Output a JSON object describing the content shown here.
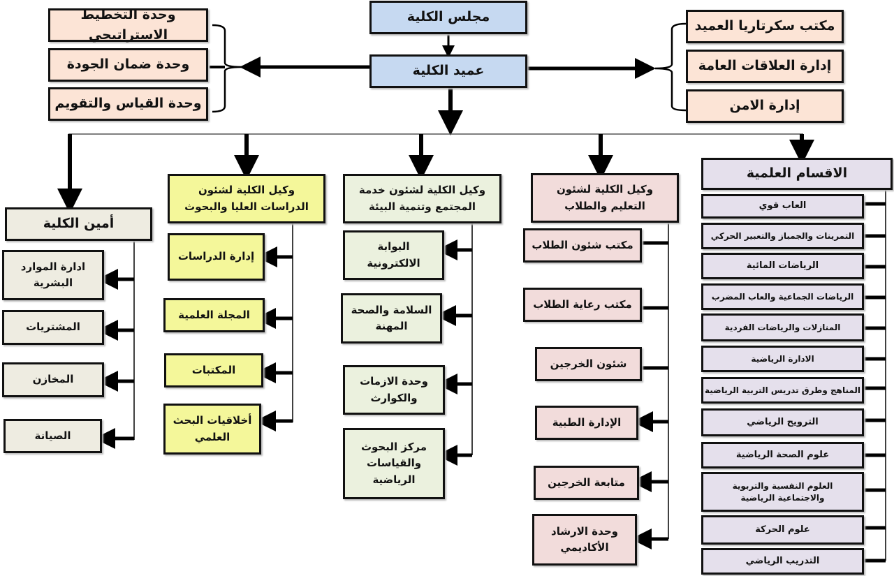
{
  "chart_title": "",
  "top": {
    "council": "مجلس الكلية",
    "dean": "عميد الكلية"
  },
  "left_units": [
    "وحدة التخطيط الاستراتيجي",
    "وحدة ضمان الجودة",
    "وحدة القياس والتقويم"
  ],
  "right_units": [
    "مكتب سكرتاريا العميد",
    "إدارة العلاقات العامة",
    "إدارة الامن"
  ],
  "branches": {
    "secretary": {
      "title": "أمين الكلية",
      "items": [
        "ادارة الموارد البشرية",
        "المشتريات",
        "المخازن",
        "الصيانة"
      ]
    },
    "graduate": {
      "title": "وكيل الكلية لشئون الدراسات العليا والبحوث",
      "items": [
        "إدارة الدراسات",
        "المجلة العلمية",
        "المكتبات",
        "أخلاقيات البحث العلمي"
      ]
    },
    "community": {
      "title": "وكيل الكلية لشئون خدمة المجتمع وتنمية البيئة",
      "items": [
        "البوابة الالكترونية",
        "السلامة والصحة المهنة",
        "وحدة الازمات والكوارث",
        "مركز البحوث والقياسات الرياضية"
      ]
    },
    "education": {
      "title": "وكيل الكلية لشئون التعليم والطلاب",
      "items": [
        "مكتب شئون الطلاب",
        "مكتب رعاية الطلاب",
        "شئون الخرجين",
        "الإدارة الطبية",
        "متابعة الخرجين",
        "وحدة الارشاد الأكاديمي"
      ]
    },
    "departments": {
      "title": "الاقسام العلمية",
      "items": [
        "العاب قوي",
        "التمرينات والجمباز والتعبير الحركي",
        "الرياضات المائية",
        "الرياضات الجماعية والعاب المضرب",
        "المنازلات والرياضات الفردية",
        "الادارة الرياضية",
        "المناهج وطرق تدريس التربية الرياضية",
        "الترويح الرياضي",
        "علوم الصحة الرياضية",
        "العلوم النفسية والتربوية والاجتماعية الرياضية",
        "علوم الحركة",
        "التدريب الرياضي"
      ]
    }
  },
  "colors": {
    "top": "#c6d9f1",
    "side_units": "#fce4d6",
    "secretary": "#eeece1",
    "graduate": "#f4f79a",
    "community": "#ebf1de",
    "education": "#f2dcdb",
    "departments": "#e5e0ec"
  }
}
